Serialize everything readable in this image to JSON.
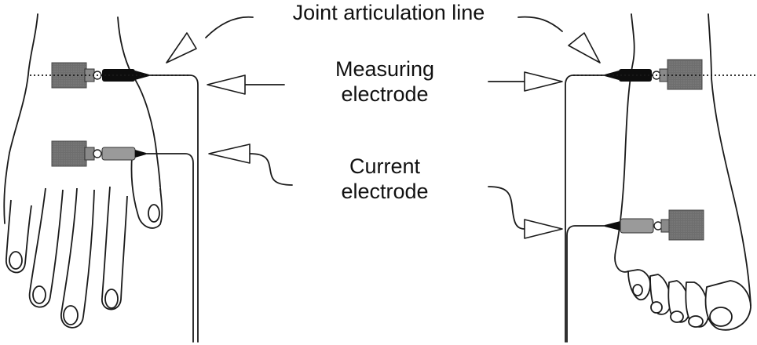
{
  "labels": {
    "joint_articulation_line": "Joint articulation line",
    "measuring_electrode_line1": "Measuring",
    "measuring_electrode_line2": "electrode",
    "current_electrode_line1": "Current",
    "current_electrode_line2": "electrode"
  },
  "colors": {
    "line": "#1a1a1a",
    "electrode_dark_gray": "#6e6e6e",
    "electrode_light_gray": "#9a9a9a",
    "clip_black": "#0d0d0d",
    "background": "#ffffff"
  }
}
